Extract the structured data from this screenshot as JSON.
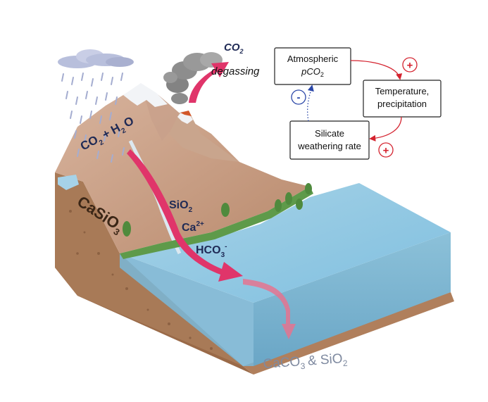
{
  "labels": {
    "co2": "CO",
    "co2_sub": "2",
    "degassing": "degassing",
    "rain_co2": "CO",
    "rain_co2_sub": "2",
    "rain_plus": "+",
    "rain_h": "H",
    "rain_h_sub": "2",
    "rain_o": "O",
    "casio3": "CaSiO",
    "casio3_sub": "3",
    "sio2": "SiO",
    "sio2_sub": "2",
    "ca": "Ca",
    "ca_sup": "2+",
    "hco3": "HCO",
    "hco3_sub": "3",
    "hco3_sup": "-",
    "bottom": "CaCO",
    "bottom_sub": "3",
    "bottom_amp": "& SiO",
    "bottom_sub2": "2"
  },
  "feedback": {
    "box_atm_line1": "Atmospheric",
    "box_atm_line2": "pCO",
    "box_atm_sub": "2",
    "box_temp_line1": "Temperature,",
    "box_temp_line2": "precipitation",
    "box_sil_line1": "Silicate",
    "box_sil_line2": "weathering rate",
    "plus1": "+",
    "plus2": "+",
    "minus": "-"
  },
  "colors": {
    "arrow": "#e0356a",
    "plus": "#d4232f",
    "minus": "#2b47a8",
    "ocean": "#8fc4de",
    "mountain": "#c99a7e",
    "grass": "#5e9a4a"
  }
}
